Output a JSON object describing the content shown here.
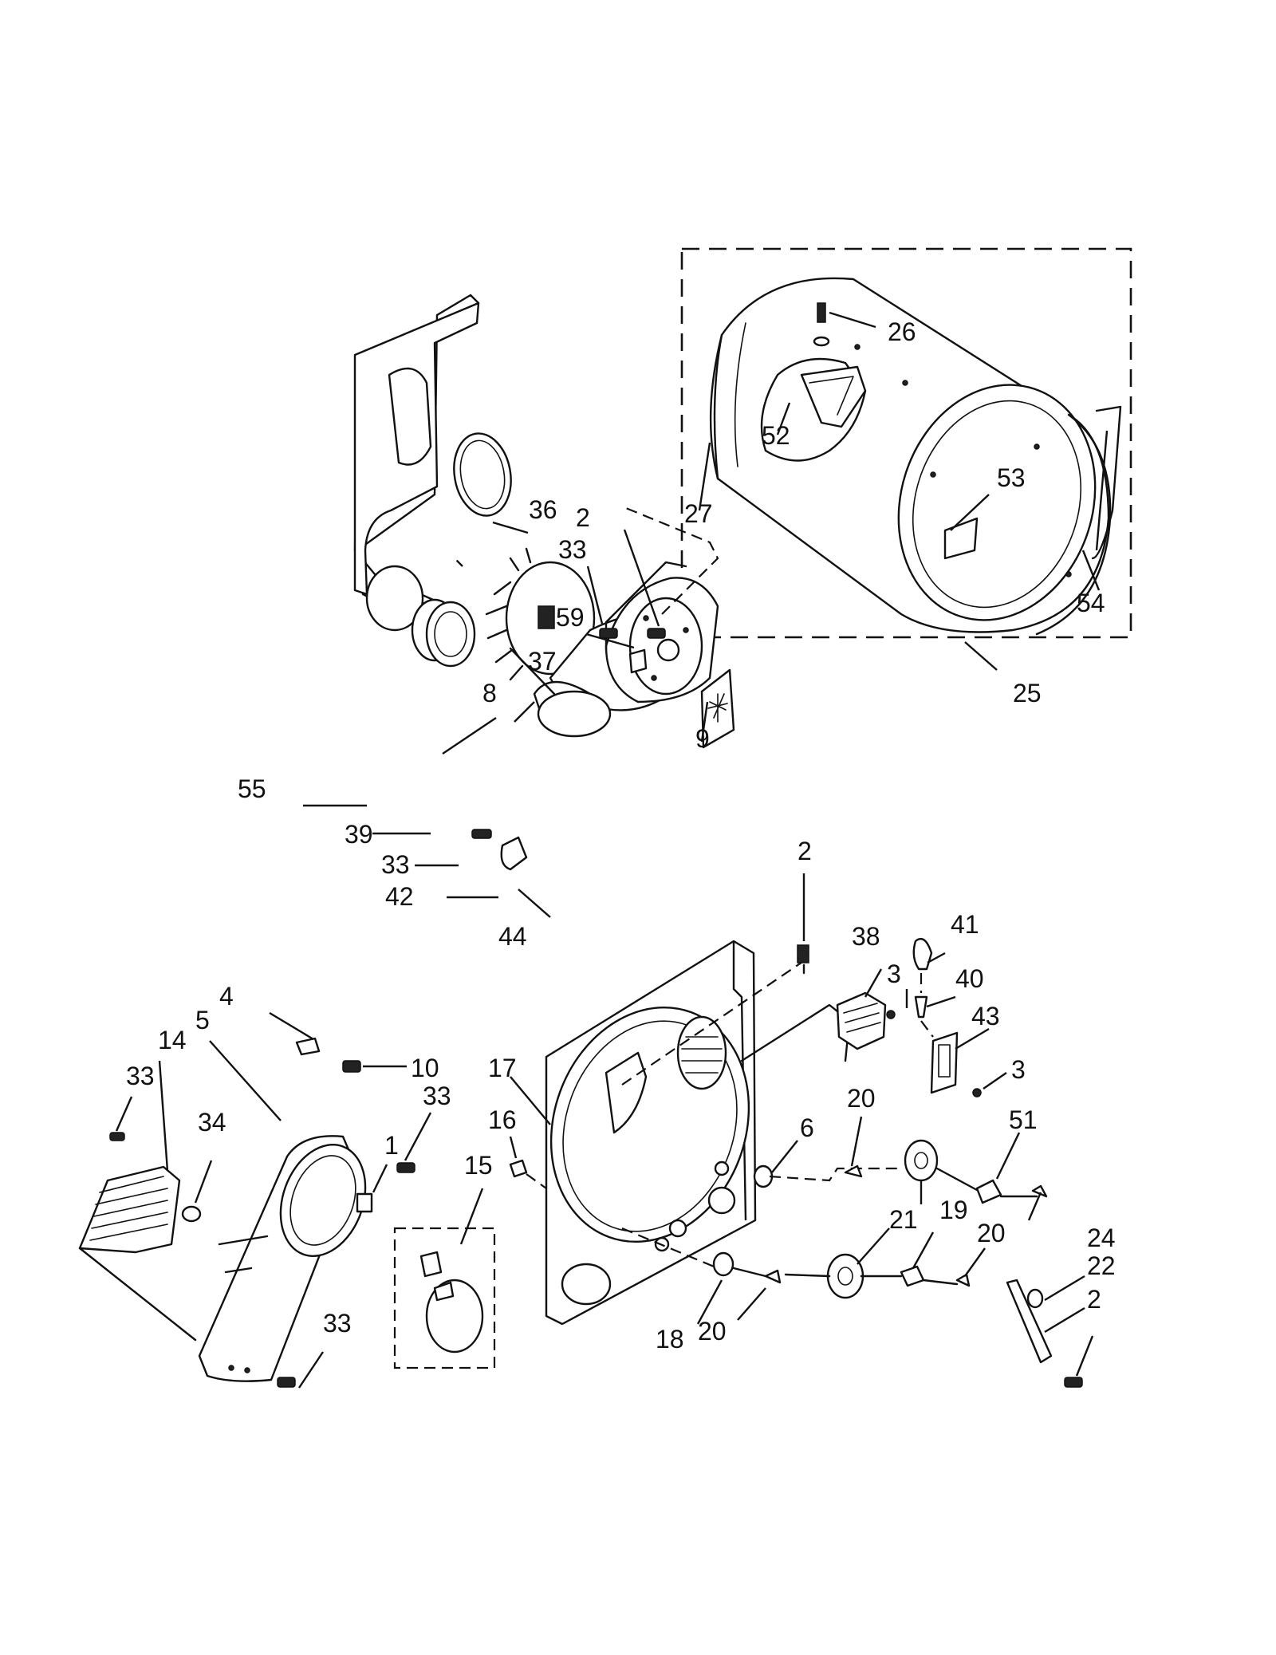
{
  "callouts": [
    {
      "id": "c26",
      "label": "26"
    },
    {
      "id": "c52",
      "label": "52"
    },
    {
      "id": "c27",
      "label": "27"
    },
    {
      "id": "c53",
      "label": "53"
    },
    {
      "id": "c54",
      "label": "54"
    },
    {
      "id": "c25",
      "label": "25"
    },
    {
      "id": "c36",
      "label": "36"
    },
    {
      "id": "c2a",
      "label": "2"
    },
    {
      "id": "c33a",
      "label": "33"
    },
    {
      "id": "c59",
      "label": "59"
    },
    {
      "id": "c37",
      "label": "37"
    },
    {
      "id": "c8",
      "label": "8"
    },
    {
      "id": "c9",
      "label": "9"
    },
    {
      "id": "c55",
      "label": "55"
    },
    {
      "id": "c39",
      "label": "39"
    },
    {
      "id": "c33b",
      "label": "33"
    },
    {
      "id": "c42",
      "label": "42"
    },
    {
      "id": "c44",
      "label": "44"
    },
    {
      "id": "c2b",
      "label": "2"
    },
    {
      "id": "c38",
      "label": "38"
    },
    {
      "id": "c41",
      "label": "41"
    },
    {
      "id": "c3a",
      "label": "3"
    },
    {
      "id": "c40",
      "label": "40"
    },
    {
      "id": "c43",
      "label": "43"
    },
    {
      "id": "c3b",
      "label": "3"
    },
    {
      "id": "c4",
      "label": "4"
    },
    {
      "id": "c5",
      "label": "5"
    },
    {
      "id": "c10",
      "label": "10"
    },
    {
      "id": "c14",
      "label": "14"
    },
    {
      "id": "c33c",
      "label": "33"
    },
    {
      "id": "c34",
      "label": "34"
    },
    {
      "id": "c33d",
      "label": "33"
    },
    {
      "id": "c1",
      "label": "1"
    },
    {
      "id": "c17",
      "label": "17"
    },
    {
      "id": "c16",
      "label": "16"
    },
    {
      "id": "c15",
      "label": "15"
    },
    {
      "id": "c6",
      "label": "6"
    },
    {
      "id": "c20a",
      "label": "20"
    },
    {
      "id": "c51",
      "label": "51"
    },
    {
      "id": "c21",
      "label": "21"
    },
    {
      "id": "c19",
      "label": "19"
    },
    {
      "id": "c20b",
      "label": "20"
    },
    {
      "id": "c24",
      "label": "24"
    },
    {
      "id": "c22",
      "label": "22"
    },
    {
      "id": "c2c",
      "label": "2"
    },
    {
      "id": "c18",
      "label": "18"
    },
    {
      "id": "c20c",
      "label": "20"
    },
    {
      "id": "c33e",
      "label": "33"
    }
  ]
}
